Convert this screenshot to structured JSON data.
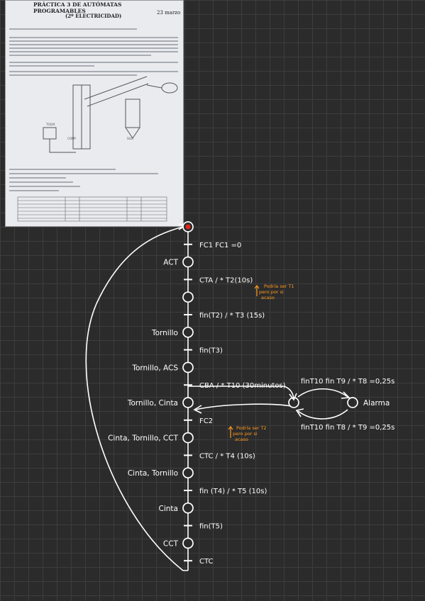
{
  "worksheet": {
    "title": "PRÁCTICA 3 DE AUTÓMATAS PROGRAMABLES",
    "subtitle": "(2º ELECTRICIDAD)",
    "date_fragment": "23 marzo"
  },
  "grafcet": {
    "steps": [
      {
        "index": 0,
        "action": "",
        "initial": true
      },
      {
        "index": 1,
        "action": "ACT"
      },
      {
        "index": 2,
        "action": ""
      },
      {
        "index": 3,
        "action": "Tornillo"
      },
      {
        "index": 4,
        "action": "Tornillo, ACS"
      },
      {
        "index": 5,
        "action": "Tornillo, Cinta"
      },
      {
        "index": 6,
        "action": "Cinta, Tornillo, CCT"
      },
      {
        "index": 7,
        "action": "Cinta, Tornillo"
      },
      {
        "index": 8,
        "action": "Cinta"
      },
      {
        "index": 9,
        "action": "CCT"
      }
    ],
    "transitions": [
      {
        "after_step": 0,
        "label": "FC1   FC1 =0"
      },
      {
        "after_step": 1,
        "label": "CTA / * T2(10s)"
      },
      {
        "after_step": 2,
        "label": "fin(T2) / * T3 (15s)"
      },
      {
        "after_step": 3,
        "label": "fin(T3)"
      },
      {
        "after_step": 4,
        "label": "CBA / * T10 (30minutos)"
      },
      {
        "after_step": 5,
        "label": "FC2"
      },
      {
        "after_step": 6,
        "label": "CTC / * T4 (10s)"
      },
      {
        "after_step": 7,
        "label": "fin (T4) / * T5 (10s)"
      },
      {
        "after_step": 8,
        "label": "fin(T5)"
      },
      {
        "after_step": 9,
        "label": "CTC"
      }
    ],
    "alarm_branch": {
      "step_label": "Alarma",
      "top_transition": "finT10 fin T9 / * T8 =0,25s",
      "bottom_transition": "finT10 fin T8 / * T9 =0,25s"
    },
    "notes": [
      {
        "text": "Podría ser T1 pero por si acaso"
      },
      {
        "text": "Podría ser T2 pero por si acaso"
      }
    ]
  },
  "colors": {
    "background": "#2b2b2b",
    "ink": "#ffffff",
    "note": "#ff9a1f",
    "initial_marker": "#e0261f"
  }
}
